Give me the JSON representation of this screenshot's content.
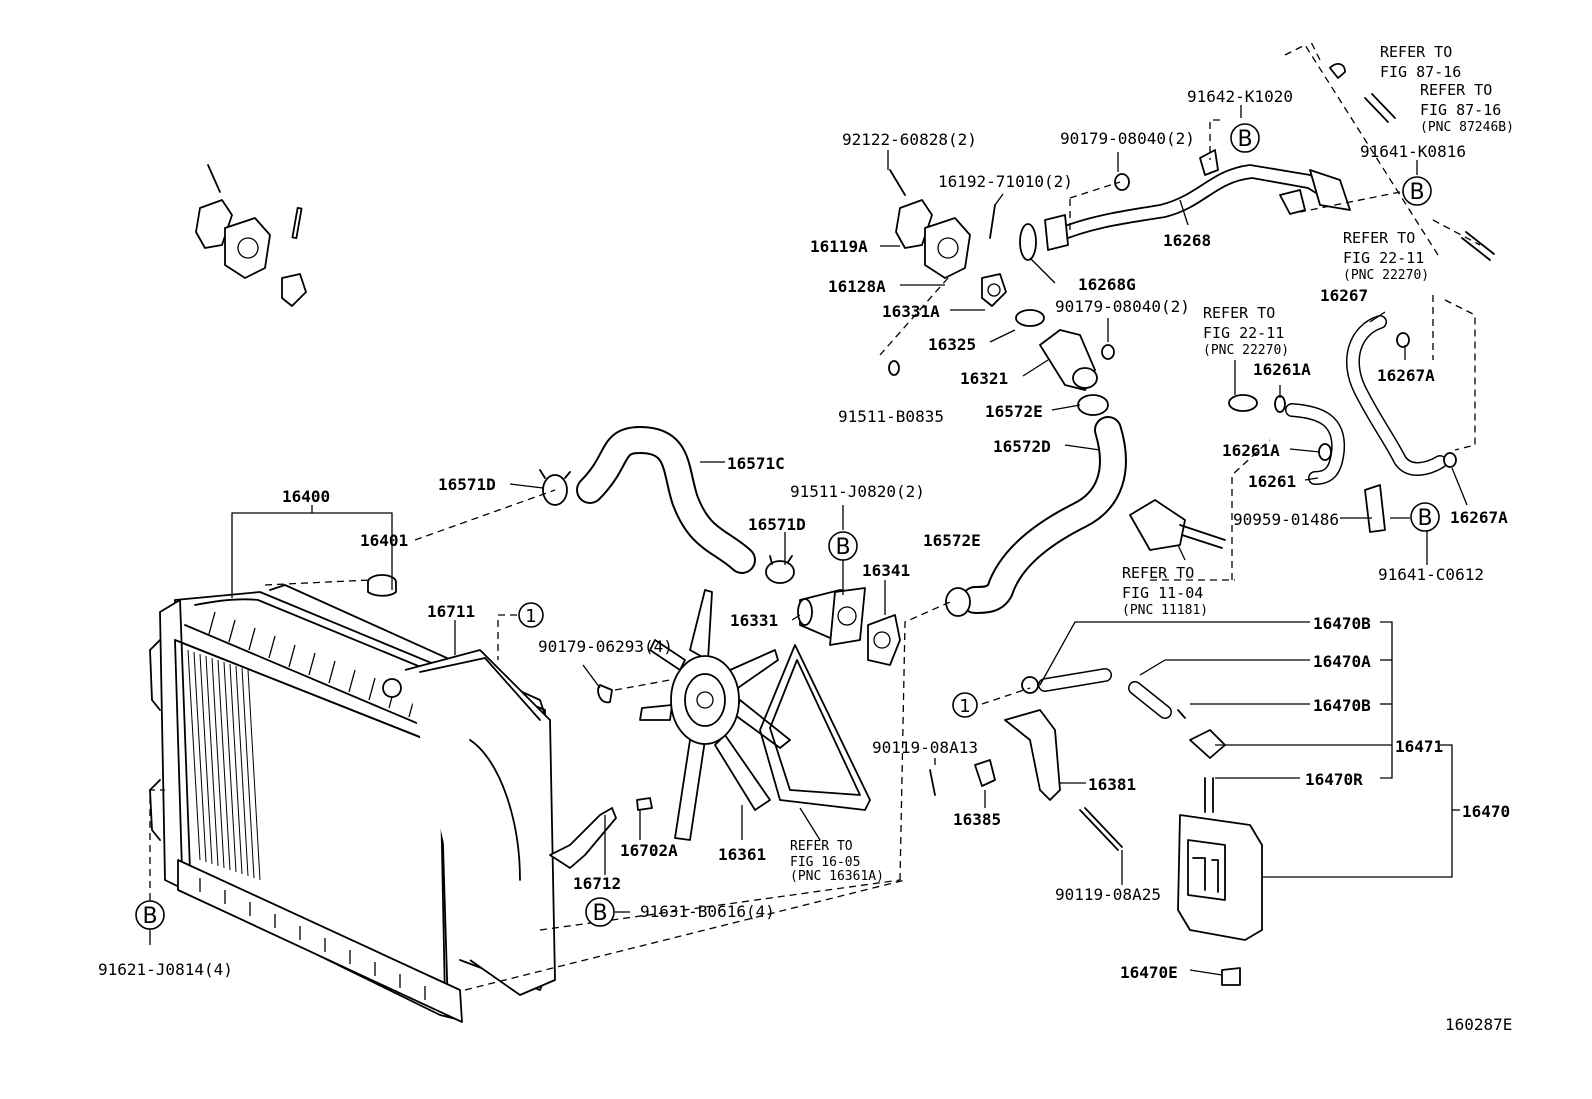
{
  "figure_id": "160287E",
  "markers": {
    "b": "B",
    "one": "1"
  },
  "parts": {
    "p16400": "16400",
    "p16401": "16401",
    "p16711": "16711",
    "p90179_06293": "90179-06293(4)",
    "p16571D_a": "16571D",
    "p16571C": "16571C",
    "p16571D_b": "16571D",
    "p91511_J0820": "91511-J0820(2)",
    "p16341": "16341",
    "p16331": "16331",
    "p16361": "16361",
    "p16702A": "16702A",
    "p16712": "16712",
    "p91631_B0616": "91631-B0616(4)",
    "p91621_J0814": "91621-J0814(4)",
    "p92122_60828": "92122-60828(2)",
    "p16119A": "16119A",
    "p16128A": "16128A",
    "p16331A": "16331A",
    "p16325": "16325",
    "p16321": "16321",
    "p91511_B0835": "91511-B0835",
    "p16192_71010": "16192-71010(2)",
    "p90179_08040_a": "90179-08040(2)",
    "p90179_08040_b": "90179-08040(2)",
    "p16268": "16268",
    "p16268G": "16268G",
    "p91642_K1020": "91642-K1020",
    "p91641_K0816": "91641-K0816",
    "p16572E_a": "16572E",
    "p16572D": "16572D",
    "p16572E_b": "16572E",
    "p16267": "16267",
    "p16267A_a": "16267A",
    "p16261A_a": "16261A",
    "p16261A_b": "16261A",
    "p16261": "16261",
    "p16267A_b": "16267A",
    "p90959_01486": "90959-01486",
    "p91641_C0612": "91641-C0612",
    "p16470B_a": "16470B",
    "p16470A": "16470A",
    "p16470B_b": "16470B",
    "p16471": "16471",
    "p16470R": "16470R",
    "p16470": "16470",
    "p16470E": "16470E",
    "p90119_08A13": "90119-08A13",
    "p16385": "16385",
    "p16381": "16381",
    "p90119_08A25": "90119-08A25"
  },
  "refs": {
    "r1": {
      "l1": "REFER TO",
      "l2": "FIG 87-16"
    },
    "r2": {
      "l1": "REFER TO",
      "l2": "FIG 87-16",
      "l3": "(PNC 87246B)"
    },
    "r3": {
      "l1": "REFER TO",
      "l2": "FIG 22-11",
      "l3": "(PNC 22270)"
    },
    "r4": {
      "l1": "REFER TO",
      "l2": "FIG 22-11",
      "l3": "(PNC 22270)"
    },
    "r5": {
      "l1": "REFER TO",
      "l2": "FIG 11-04",
      "l3": "(PNC 11181)"
    },
    "r6": {
      "l1": "REFER TO",
      "l2": "FIG 16-05",
      "l3": "(PNC 16361A)"
    }
  }
}
